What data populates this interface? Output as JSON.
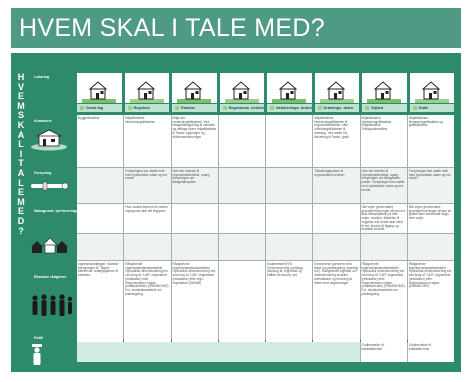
{
  "title": "HVEM SKAL I TALE MED?",
  "side_letters": [
    "H",
    "V",
    "E",
    "M",
    "",
    "S",
    "K",
    "A",
    "L",
    "",
    "I",
    "",
    "T",
    "A",
    "L",
    "E",
    "",
    "M",
    "E",
    "D",
    "?"
  ],
  "side_labels": {
    "lokaring": "Lokaring",
    "kommune": "Kommune",
    "forsyning": "Forsyning",
    "naboejendom": "Nabogrund-\nejerforeninger",
    "ejere": "Ekstarne\nrådgivere",
    "politi": "Politi"
  },
  "columns": [
    "Grønt tag",
    "Regnbed",
    "Faskine",
    "Regnvands-\nbeholder",
    "Nedsivnings-\nbrønd",
    "Drænings-\ndræn",
    "Vejbed",
    "Grøft"
  ],
  "rows": [
    [
      "Byggetilladelse",
      "Miljøtilladelse. Nedsivningstilladelse",
      "Miljø afd.: nedsivningstilladelse. Ved tilbageløbsgydning til vandløb og deltage nyere miljøtilladelse til Faske, bygninger og drikkevandsboringer",
      "",
      "",
      "Miljøtilladelse. Nedsivningstilladelse til regnvandsdæksler, eller udledningstilladelse til dræning. Ved andet VA-tilslutning til Faske, grøft",
      "Miljøtilladelse. Nedsivningstilladelse. Miljøtilladelse, Trafikgodkendelse",
      "Miljøtilladelse. Nedsivningstilladelse og grøfttilladelse"
    ],
    [
      "",
      "Forsyningen kan støtte inde med hydrauliske udam og evt. model",
      "Hvis der drænes til regnvandsfabrikker, spørg forsyningen om tilbageløbsputter",
      "",
      "",
      "Tilslutningspudser til regnvandsbro-ersken",
      "Hvis der drænes til regnvandsfabrikker, spørg forsyningen om tilbageløbs-puster. Forsyningen kan støtte med hydrauliske udam og evt. model",
      "Forsyningen kan støtte inde med hydrauliske udam og evt. model"
    ],
    [
      "",
      "Hvis vandet ledes til en anden rejsegrund skal det tinglyses",
      "",
      "",
      "",
      "",
      "Når vejen gennemføre grundejerforeninger så kan evt. skal lokalvejfælde på hele vejen, huslejer, tilladelse til vejgebyr alle andre skal meld til evt. kontrol af tilgang og erstattet konkret",
      "Når vejen gennemføre grundejerforeninger så kan en grøftet sker forebedrat langs hele vejen."
    ],
    [
      "",
      "",
      "",
      "",
      "",
      "",
      "",
      ""
    ],
    [
      "Ingeniørplanlægger. Statiske beregninger ift. Tagets bæreevne. Anlægsgartner til kantsten.",
      "Rådgivende ingeniør/landskabsarkitekt. Hydraulisk dimensionering evt. ved brug af \"LAR\"-regnearket (redskaber) eller Regnvandsbro-reglen (udløbsbredde) (SWMM/GMS). Evt. landskabsarkitekt om planlægning.",
      "Rådgivende ingeniør/landskabsarkitekt. Hydraulisk dimensionering evt. ved brug af \"LAR\"-regnearket (redskaber) eller regn-regnearket (SWMM)",
      "",
      "Kloakmester/VVS. Dimensionering og tilslag plaseing ift. regnvand og eftåde fra skur/ej, set",
      "Entreprenør (gennem med fakta om planlægning, dræning mv.). Rådgivende ingeniør om dimensionering af dræn, drænkasser og rensning af dræn med udgravninger",
      "Rådgivende ingeniør/landskabsarkitekt. Hydraulisk dimensionering evt. ved brug af \"LAR\"-regnearket (redskaber) eller Regnvandsbro-reglen (udløbsbredde) (SWMM/GMS). Evt. landskabsarkitekt om planlægning.",
      "Rådgivende ingeniør/landskabsarkitekt. Hydraulisk dimensionering evt. ved brug af \"LAR\"-regnearket (redskaber) eller Regnvandsbro-reglen (SWMM/GMS)"
    ]
  ],
  "footer": [
    "Godkendelse ift. trafiksikkerhed",
    "Godkendelse ift. trafiksikkerhed"
  ]
}
